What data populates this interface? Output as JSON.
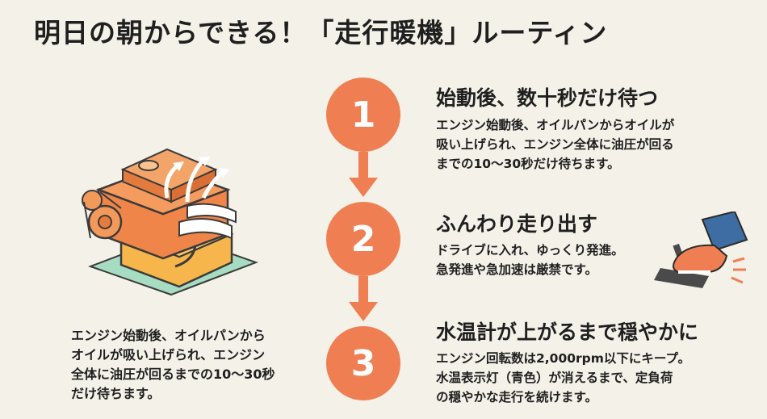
{
  "title": "明日の朝からできる！「走行暖機」ルーティン",
  "caption": [
    "エンジン始動後、オイルパンから",
    "オイルが吸い上げられ、エンジン",
    "全体に油圧が回るまでの10〜30秒",
    "だけ待ちます。"
  ],
  "steps": [
    {
      "number": "1",
      "title": "始動後、数十秒だけ待つ",
      "lines": [
        "エンジン始動後、オイルパンからオイルが",
        "吸い上げられ、エンジン全体に油圧が回る",
        "までの10〜30秒だけ待ちます。"
      ]
    },
    {
      "number": "2",
      "title": "ふんわり走り出す",
      "lines": [
        "ドライブに入れ、ゆっくり発進。",
        "急発進や急加速は厳禁です。"
      ]
    },
    {
      "number": "3",
      "title": "水温計が上がるまで穏やかに",
      "lines": [
        "エンジン回転数は2,000rpm以下にキープ。",
        "水温表示灯（青色）が消えるまで、定負荷",
        "の穏やかな走行を続けます。"
      ]
    }
  ],
  "colors": {
    "accent": "#ef7f52",
    "background": "#f4f1e8",
    "engine": "#f08a4b",
    "oil": "#f5b54a",
    "mint": "#9fd8bd"
  },
  "icons": [
    "engine-illustration",
    "oil-flow-arrows",
    "pedal-foot-icon",
    "down-arrow-icon"
  ]
}
